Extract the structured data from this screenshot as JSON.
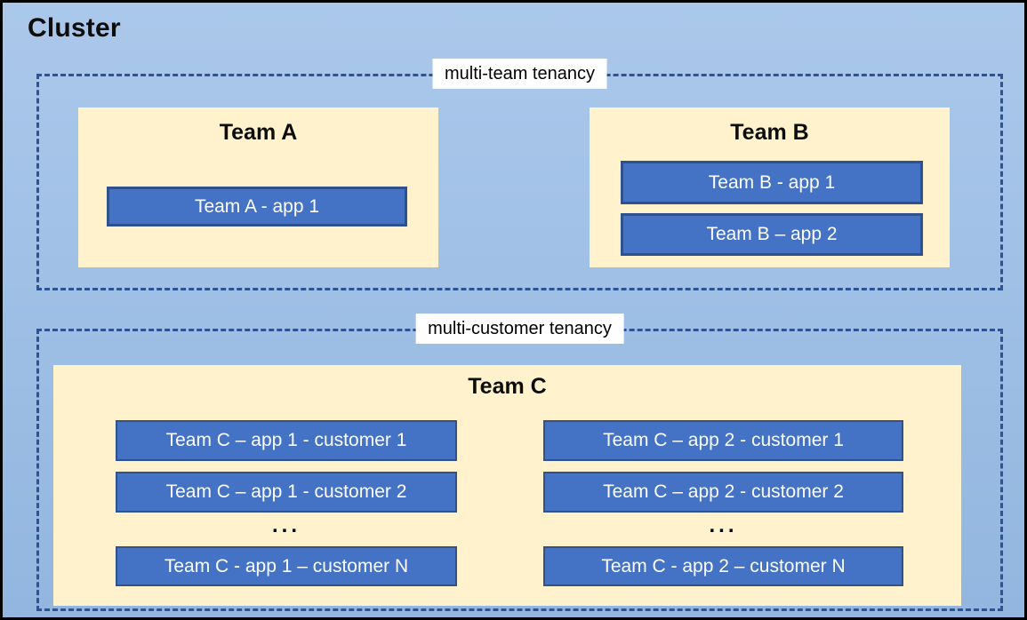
{
  "cluster_title": "Cluster",
  "groups": [
    {
      "label": "multi-team tenancy",
      "teams": [
        {
          "title": "Team A",
          "apps": [
            "Team A - app 1"
          ]
        },
        {
          "title": "Team B",
          "apps": [
            "Team B - app 1",
            "Team B – app 2"
          ]
        }
      ]
    },
    {
      "label": "multi-customer tenancy",
      "teams": [
        {
          "title": "Team C",
          "columns": [
            {
              "rows": [
                "Team C – app 1 - customer 1",
                "Team C – app 1 - customer 2"
              ],
              "ellipsis": "...",
              "last_row": "Team C - app 1 – customer N"
            },
            {
              "rows": [
                "Team C – app 2 - customer 1",
                "Team C – app 2 - customer 2"
              ],
              "ellipsis": "...",
              "last_row": "Team C - app 2 – customer N"
            }
          ]
        }
      ]
    }
  ],
  "colors": {
    "canvas_blue_top": "#ABC8EB",
    "canvas_blue_bottom": "#92B6DF",
    "panel_cream": "#FFF2CC",
    "app_blue": "#4472C4",
    "app_border": "#2F528F",
    "dashed_border": "#2E5395"
  }
}
